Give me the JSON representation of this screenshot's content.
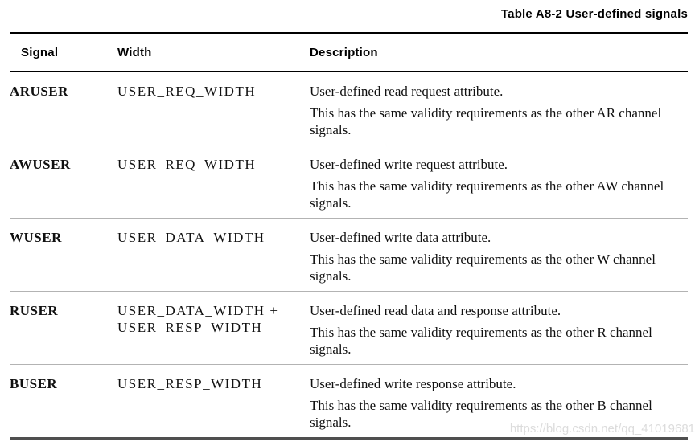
{
  "title": "Table A8-2 User-defined signals",
  "watermark": "https://blog.csdn.net/qq_41019681",
  "colors": {
    "rule_top": "#000000",
    "rule_header": "#000000",
    "rule_row_separator": "#b3b3b3",
    "rule_bottom": "#4f4f4f",
    "text": "#111111",
    "watermark": "#dcdcdc"
  },
  "table": {
    "headers": [
      "Signal",
      "Width",
      "Description"
    ],
    "rows": [
      {
        "signal": "ARUSER",
        "width": "USER_REQ_WIDTH",
        "description_1": "User-defined read request attribute.",
        "description_2": "This has the same validity requirements as the other AR channel signals."
      },
      {
        "signal": "AWUSER",
        "width": "USER_REQ_WIDTH",
        "description_1": "User-defined write request attribute.",
        "description_2": "This has the same validity requirements as the other AW channel signals."
      },
      {
        "signal": "WUSER",
        "width": "USER_DATA_WIDTH",
        "description_1": "User-defined write data attribute.",
        "description_2": "This has the same validity requirements as the other W channel signals."
      },
      {
        "signal": "RUSER",
        "width": "USER_DATA_WIDTH + USER_RESP_WIDTH",
        "description_1": "User-defined read data and response attribute.",
        "description_2": "This has the same validity requirements as the other R channel signals."
      },
      {
        "signal": "BUSER",
        "width": "USER_RESP_WIDTH",
        "description_1": "User-defined write response attribute.",
        "description_2": "This has the same validity requirements as the other B channel signals."
      }
    ]
  }
}
